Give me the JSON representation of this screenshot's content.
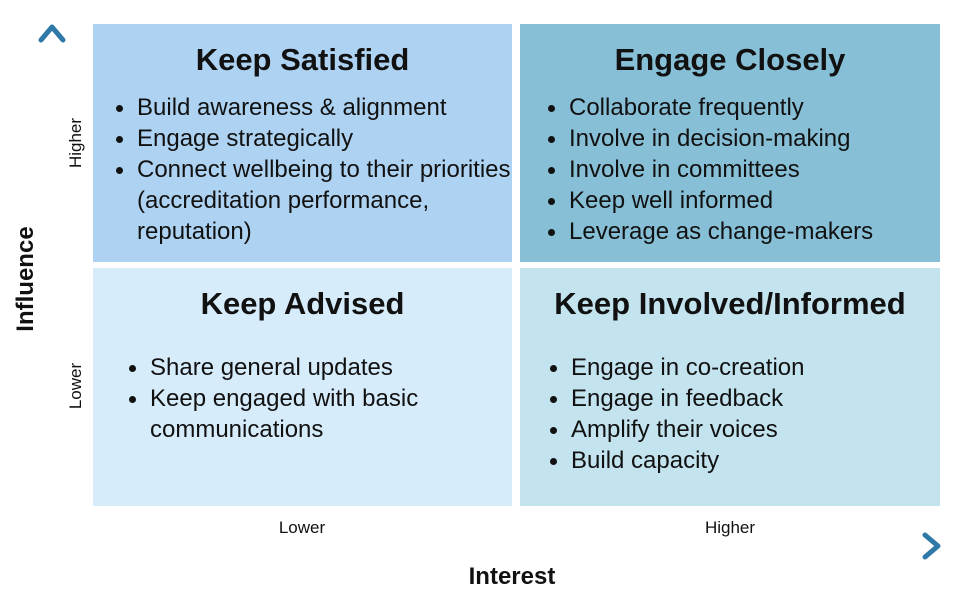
{
  "colors": {
    "top_left": "#aed3f2",
    "top_right": "#87bfd6",
    "bottom_left": "#d7ecfb",
    "bottom_right": "#c3e3ef",
    "axis_start": "#cfe6ee",
    "axis_end": "#2f79a8"
  },
  "quadrants": {
    "top_left": {
      "title": "Keep Satisfied",
      "items": [
        "Build awareness & alignment",
        "Engage strategically",
        "Connect wellbeing to their priorities (accreditation performance, reputation)"
      ]
    },
    "top_right": {
      "title": "Engage Closely",
      "items": [
        "Collaborate frequently",
        "Involve in decision-making",
        "Involve in committees",
        "Keep well informed",
        "Leverage as change-makers"
      ]
    },
    "bottom_left": {
      "title": "Keep Advised",
      "items": [
        "Share general updates",
        "Keep engaged with basic communications"
      ]
    },
    "bottom_right": {
      "title": "Keep Involved/Informed",
      "items": [
        "Engage in co-creation",
        "Engage in feedback",
        "Amplify their voices",
        "Build capacity"
      ]
    }
  },
  "axes": {
    "y_title": "Influence",
    "y_high": "Higher",
    "y_low": "Lower",
    "x_title": "Interest",
    "x_low": "Lower",
    "x_high": "Higher"
  }
}
